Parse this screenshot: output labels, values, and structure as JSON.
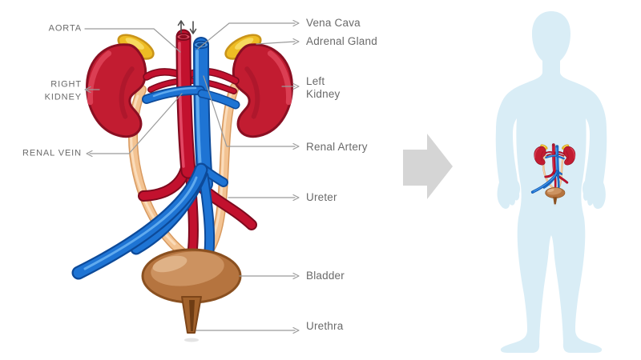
{
  "figure": {
    "type": "anatomical-diagram",
    "subject": "Human urinary system with body location inset"
  },
  "labels": {
    "aorta": "AORTA",
    "right_kidney_1": "RIGHT",
    "right_kidney_2": "KIDNEY",
    "renal_vein": "RENAL VEIN",
    "vena_cava": "Vena Cava",
    "adrenal_gland": "Adrenal Gland",
    "left_kidney_1": "Left",
    "left_kidney_2": "Kidney",
    "renal_artery": "Renal Artery",
    "ureter": "Ureter",
    "bladder": "Bladder",
    "urethra": "Urethra"
  },
  "icons": {
    "flow_up_arrow": "↑",
    "flow_down_arrow": "↓",
    "transition_arrow": "right-block-arrow"
  },
  "colors": {
    "kidney_red": "#c21c31",
    "kidney_outline": "#8a0f22",
    "adrenal_yellow": "#eebc24",
    "adrenal_outline": "#c9941a",
    "artery_red": "#c2112e",
    "artery_outline": "#7e0a1e",
    "vein_blue": "#1e74d4",
    "vein_outline": "#0d4a99",
    "ureter_peach": "#f3c392",
    "ureter_outline": "#d89a60",
    "bladder_brown": "#b5743f",
    "bladder_outline": "#8a5020",
    "silhouette_blue": "#d9edf6",
    "block_arrow_gray": "#d5d5d5",
    "label_gray": "#6a6a6a",
    "leader_gray": "#9b9b9b",
    "flow_arrow_dark": "#4d4d4d"
  }
}
